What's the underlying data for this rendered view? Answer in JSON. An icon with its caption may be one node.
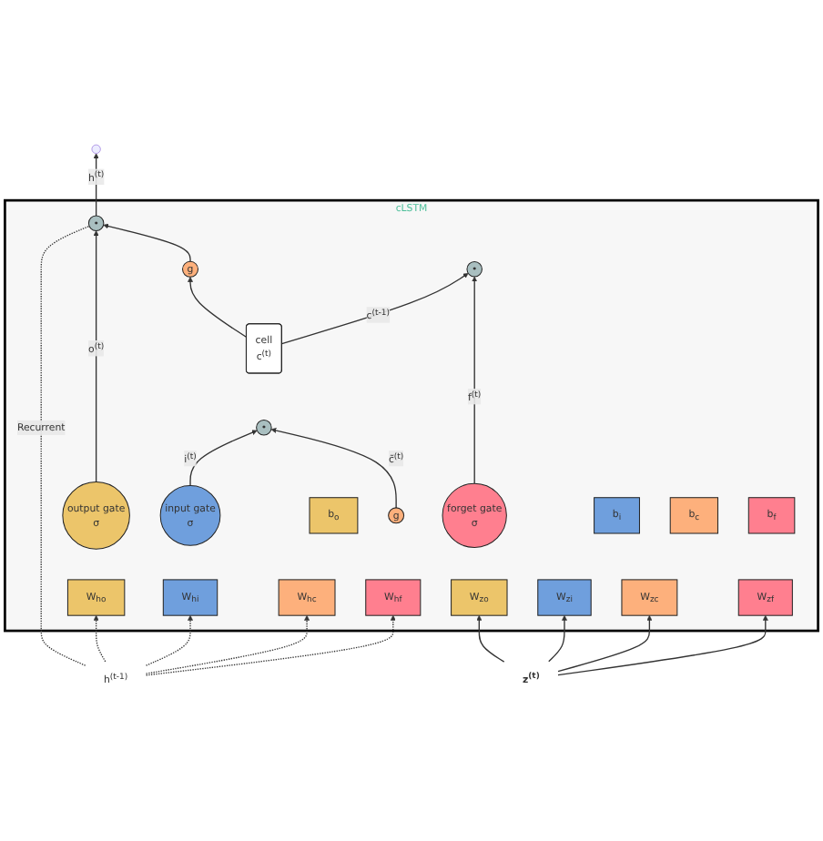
{
  "diagram": {
    "nodes": [
      {
        "text": [
          "cLSTM"
        ]
      },
      {
        "text": [
          "•"
        ],
        "in": 0
      },
      {
        "text": [
          "g"
        ],
        "in": 0
      },
      {
        "text": [
          "cell",
          "c$^{(t)}$"
        ],
        "in": 0
      },
      {
        "text": [
          "•"
        ],
        "in": 0
      },
      {
        "text": [
          "•"
        ],
        "in": 0
      },
      {
        "text": [
          "output gate",
          "σ"
        ],
        "in": 0
      },
      {
        "text": [
          "b$_{o}$"
        ],
        "in": 0
      },
      {
        "text": [
          "W$_{zo}$"
        ],
        "in": 0
      },
      {
        "text": [
          "W$_{ho}$"
        ],
        "in": 0
      },
      {
        "text": [
          "input gate",
          "σ"
        ],
        "in": 0
      },
      {
        "text": [
          "b$_{i}$"
        ],
        "in": 0
      },
      {
        "text": [
          "W$_{zi}$"
        ],
        "in": 0
      },
      {
        "text": [
          "W$_{hi}$"
        ],
        "in": 0
      },
      {
        "text": [
          "g"
        ],
        "in": 0
      },
      {
        "text": [
          "b$_{c}$"
        ],
        "in": 0
      },
      {
        "text": [
          "W$_{zc}$"
        ],
        "in": 0
      },
      {
        "text": [
          "W$_{hc}$"
        ],
        "in": 0
      },
      {
        "text": [
          "forget gate",
          "σ"
        ],
        "in": 0
      },
      {
        "text": [
          "b$_{f}$"
        ],
        "in": 0
      },
      {
        "text": [
          "W$_{zf}$"
        ],
        "in": 0
      },
      {
        "text": [
          "W$_{hf}$"
        ],
        "in": 0
      },
      {
        "text": [
          "h$^{(t-1)}$"
        ]
      },
      {
        "text": [
          "z$^{(t)}$"
        ]
      }
    ],
    "edges": [
      {
        "from": 1,
        "to": null,
        "arrow": "to",
        "label": "h$^{(t)}$"
      },
      {
        "from": 1,
        "to": 22,
        "arrow": "none",
        "style": "dashed",
        "label": "Recurrent"
      },
      {
        "from": 22,
        "to": 9,
        "arrow": "to",
        "style": "dashed"
      },
      {
        "from": 22,
        "to": 13,
        "arrow": "to",
        "style": "dashed"
      },
      {
        "from": 22,
        "to": 17,
        "arrow": "to",
        "style": "dashed"
      },
      {
        "from": 22,
        "to": 21,
        "arrow": "to",
        "style": "dashed"
      },
      {
        "from": 23,
        "to": 8,
        "arrow": "to"
      },
      {
        "from": 23,
        "to": 12,
        "arrow": "to"
      },
      {
        "from": 23,
        "to": 16,
        "arrow": "to"
      },
      {
        "from": 23,
        "to": 20,
        "arrow": "to"
      },
      {
        "from": 6,
        "to": 1,
        "arrow": "to",
        "label": "o$^{(t)}$"
      },
      {
        "from": 2,
        "to": 1,
        "arrow": "to"
      },
      {
        "from": 3,
        "to": 2,
        "arrow": "to"
      },
      {
        "from": 3,
        "to": 4,
        "arrow": "to",
        "label": "c$^{(t-1)}$"
      },
      {
        "from": 18,
        "to": 4,
        "arrow": "to",
        "label": "f$^{(t)}$"
      },
      {
        "from": 10,
        "to": 5,
        "arrow": "to",
        "label": "i$^{(t)}$"
      },
      {
        "from": 14,
        "to": 5,
        "arrow": "to",
        "label": "c̃$^{(t)}$"
      }
    ]
  }
}
